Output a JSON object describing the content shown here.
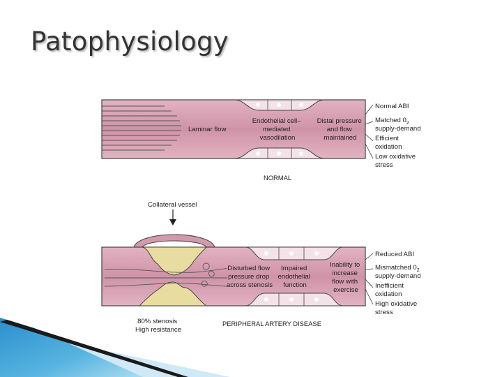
{
  "slide_title": "Patophysiology",
  "normal": {
    "laminar_flow": "Laminar flow",
    "endothelial": [
      "Endothelial cell–",
      "mediated",
      "vasodilation"
    ],
    "distal": [
      "Distal pressure",
      "and flow",
      "maintained"
    ],
    "caption": "NORMAL",
    "side_labels": {
      "abi": "Normal ABI",
      "matched_1": "Matched 0",
      "matched_sub": "2",
      "matched_2": "supply-demand",
      "efficient_1": "Efficient",
      "efficient_2": "oxidation",
      "stress_1": "Low oxidative",
      "stress_2": "stress"
    }
  },
  "pad": {
    "collateral": "Collateral vessel",
    "disturbed": [
      "Disturbed flow",
      "pressure drop",
      "across stenosis"
    ],
    "impaired": [
      "Impaired",
      "endothelial",
      "function"
    ],
    "inability": [
      "Inability to",
      "increase",
      "flow with",
      "exercise"
    ],
    "stenosis_1": "80% stenosis",
    "stenosis_2": "High resistance",
    "caption": "PERIPHERAL ARTERY DISEASE",
    "side_labels": {
      "abi": "Reduced ABI",
      "mismatched_1": "Mismatched 0",
      "mismatched_sub": "2",
      "mismatched_2": "supply-demand",
      "inefficient_1": "Inefficient",
      "inefficient_2": "oxidation",
      "stress_1": "High oxidative",
      "stress_2": "stress"
    }
  },
  "colors": {
    "vessel_wall": "#d39aad",
    "lumen": "#ecc5d1",
    "outline": "#444444",
    "cell": "#f3e2e8",
    "plaque": "#e9dca1",
    "accent_blue": "#1d86c6",
    "accent_light": "#8ccbe8"
  }
}
